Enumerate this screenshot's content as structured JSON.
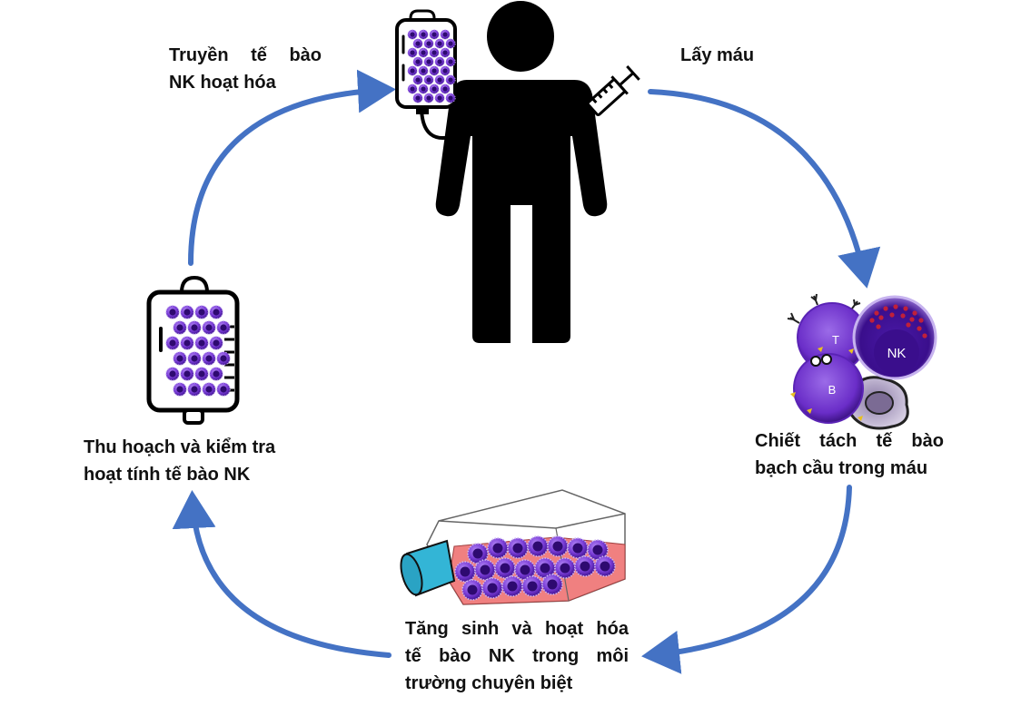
{
  "diagram": {
    "type": "cycle",
    "steps": [
      {
        "id": "collect",
        "lines": [
          "Lấy máu"
        ]
      },
      {
        "id": "isolate",
        "lines": [
          "Chiết tách tế bào",
          "bạch cầu trong máu"
        ]
      },
      {
        "id": "expand",
        "lines": [
          "Tăng sinh và hoạt hóa",
          "tế bào NK trong môi",
          "trường chuyên biệt"
        ]
      },
      {
        "id": "harvest",
        "lines": [
          "Thu hoạch và kiểm tra",
          "hoạt tính tế bào NK"
        ]
      },
      {
        "id": "infuse",
        "lines": [
          "Truyền tế bào",
          "NK hoạt hóa"
        ]
      }
    ],
    "cell_labels": {
      "t": "T",
      "nk": "NK",
      "b": "B"
    },
    "colors": {
      "arrow": "#4472C4",
      "silhouette": "#000000",
      "cell_light": "#8a5be0",
      "cell_dark": "#3a0e8c",
      "nk_granule": "#c0203a",
      "medium": "#f08080",
      "cap": "#33b5d6"
    },
    "icons": [
      "person-silhouette",
      "syringe-icon",
      "iv-bag-icon",
      "blood-cells-icon",
      "culture-flask-icon"
    ]
  }
}
